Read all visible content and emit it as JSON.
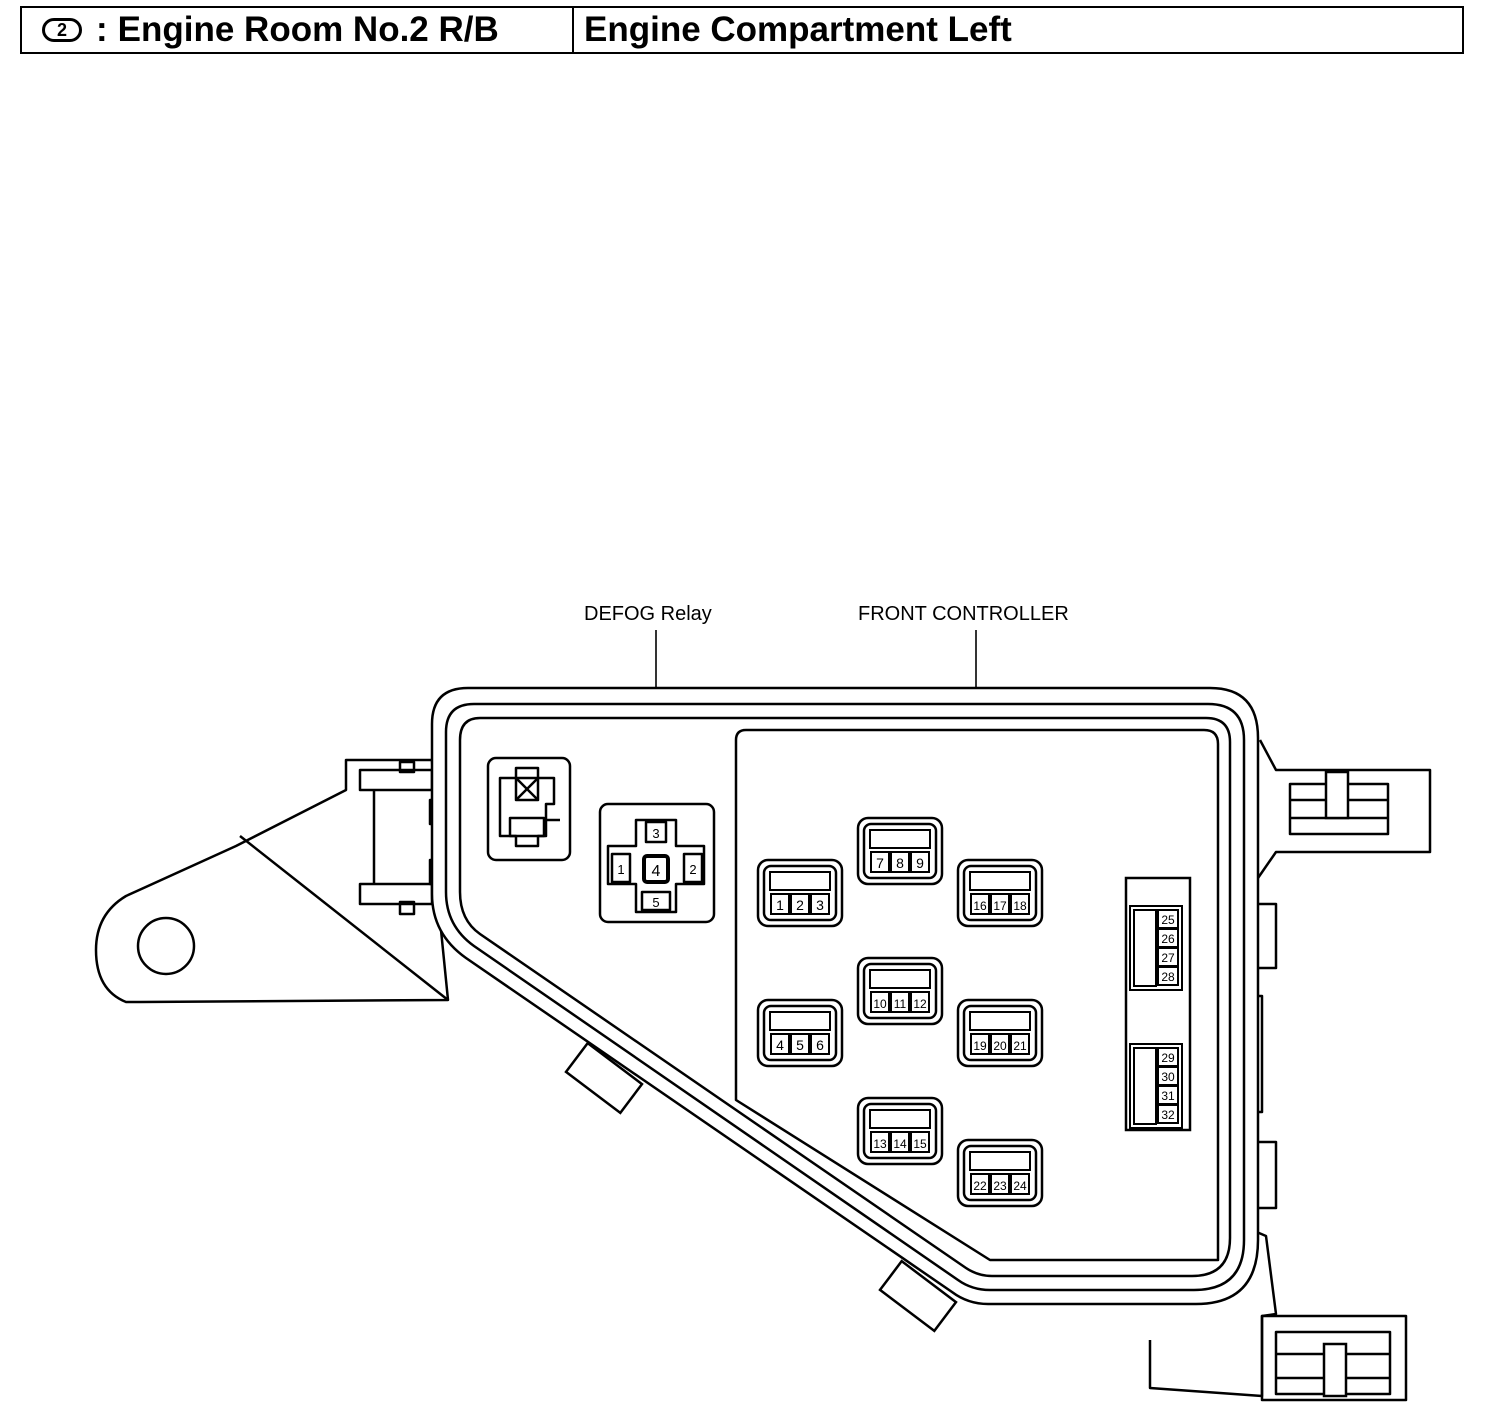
{
  "header": {
    "badge": "2",
    "separator": ":",
    "title": "Engine Room No.2 R/B",
    "location": "Engine Compartment Left"
  },
  "labels": {
    "defog_relay": "DEFOG Relay",
    "front_controller": "FRONT CONTROLLER"
  },
  "relay_pins": [
    "1",
    "2",
    "3",
    "4",
    "5"
  ],
  "connectors": [
    {
      "id": "c1",
      "pins": [
        "1",
        "2",
        "3"
      ]
    },
    {
      "id": "c2",
      "pins": [
        "4",
        "5",
        "6"
      ]
    },
    {
      "id": "c3",
      "pins": [
        "7",
        "8",
        "9"
      ]
    },
    {
      "id": "c4",
      "pins": [
        "10",
        "11",
        "12"
      ]
    },
    {
      "id": "c5",
      "pins": [
        "13",
        "14",
        "15"
      ]
    },
    {
      "id": "c6",
      "pins": [
        "16",
        "17",
        "18"
      ]
    },
    {
      "id": "c7",
      "pins": [
        "19",
        "20",
        "21"
      ]
    },
    {
      "id": "c8",
      "pins": [
        "22",
        "23",
        "24"
      ]
    }
  ],
  "vertical_connectors": [
    {
      "id": "v1",
      "pins": [
        "25",
        "26",
        "27",
        "28"
      ]
    },
    {
      "id": "v2",
      "pins": [
        "29",
        "30",
        "31",
        "32"
      ]
    }
  ]
}
